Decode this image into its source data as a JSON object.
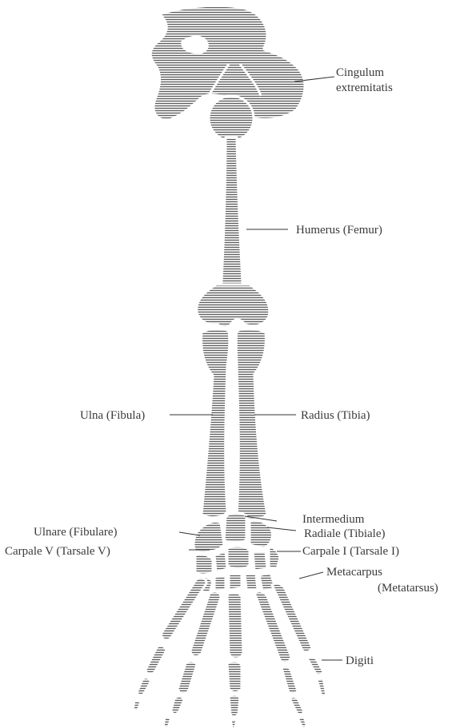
{
  "labels": {
    "cingulum_line1": "Cingulum",
    "cingulum_line2": "extremitatis",
    "humerus": "Humerus (Femur)",
    "ulna": "Ulna (Fibula)",
    "radius": "Radius (Tibia)",
    "intermedium": "Intermedium",
    "ulnare": "Ulnare (Fibulare)",
    "radiale": "Radiale (Tibiale)",
    "carpale_v": "Carpale V (Tarsale V)",
    "carpale_i": "Carpale I (Tarsale I)",
    "metacarpus_line1": "Metacarpus",
    "metacarpus_line2": "(Metatarsus)",
    "digiti": "Digiti"
  }
}
